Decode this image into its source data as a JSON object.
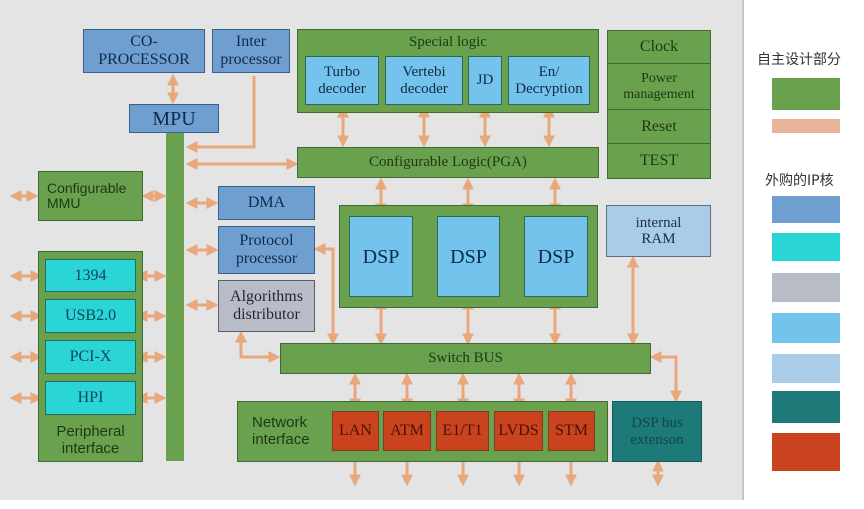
{
  "diagram": {
    "blocks": {
      "coprocessor": "CO-PROCESSOR",
      "coprocessor_line1": "CO-",
      "coprocessor_line2": "PROCESSOR",
      "inter_processor_line1": "Inter",
      "inter_processor_line2": "processor",
      "mpu": "MPU",
      "special_logic": "Special logic",
      "turbo_line1": "Turbo",
      "turbo_line2": "decoder",
      "vertebi_line1": "Vertebi",
      "vertebi_line2": "decoder",
      "jd": "JD",
      "encryption_line1": "En/",
      "encryption_line2": "Decryption",
      "configurable_logic": "Configurable Logic(PGA)",
      "clock": "Clock",
      "power_line1": "Power",
      "power_line2": "management",
      "reset": "Reset",
      "test": "TEST",
      "mmu_line1": "Configurable",
      "mmu_line2": "MMU",
      "dma": "DMA",
      "protocol_line1": "Protocol",
      "protocol_line2": "processor",
      "algorithms_line1": "Algorithms",
      "algorithms_line2": "distributor",
      "dsp1": "DSP",
      "dsp2": "DSP",
      "dsp3": "DSP",
      "internal_ram_line1": "internal",
      "internal_ram_line2": "RAM",
      "switch_bus": "Switch BUS",
      "peripheral": [
        "1394",
        "USB2.0",
        "PCI-X",
        "HPI"
      ],
      "peripheral_label_line1": "Peripheral",
      "peripheral_label_line2": "interface",
      "network_label_line1": "Network",
      "network_label_line2": "interface",
      "network": [
        "LAN",
        "ATM",
        "E1/T1",
        "LVDS",
        "STM"
      ],
      "dsp_bus_line1": "DSP bus",
      "dsp_bus_line2": "extenson"
    }
  },
  "legend": {
    "self_designed_title": "自主设计部分",
    "self_designed_colors": [
      "#6aa14f",
      "#e8b49a"
    ],
    "purchased_ip_title": "外购的IP核",
    "purchased_ip_colors": [
      "#6f9fd0",
      "#2ad5d5",
      "#b8bcc6",
      "#74c3ec",
      "#a9cce8",
      "#1d7a78",
      "#c8431e"
    ]
  },
  "colors": {
    "self_designed_green": "#6aa14f",
    "wire_orange": "#e8a87c"
  }
}
